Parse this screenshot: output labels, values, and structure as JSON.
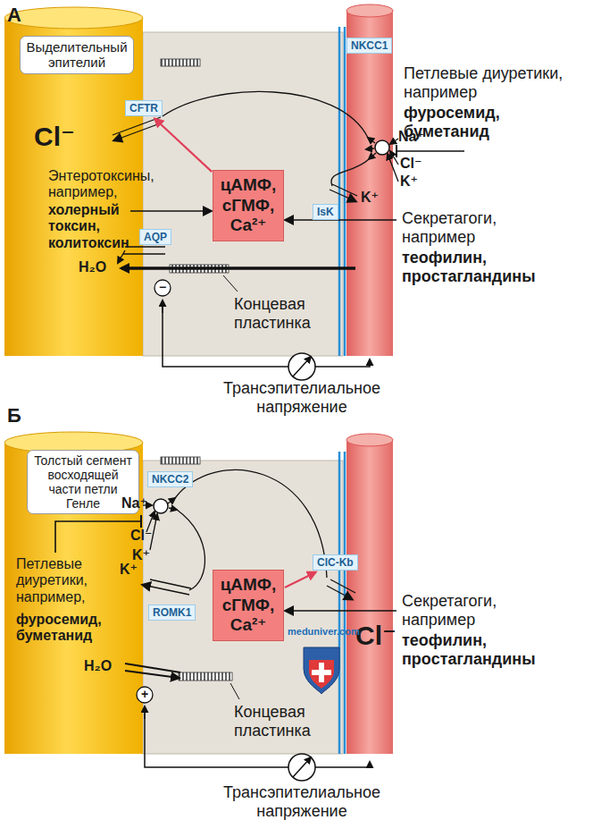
{
  "diagram": {
    "nodes": [
      {
        "text": [
          "Выделительный эпителий"
        ]
      },
      {
        "text": [
          "NKCC1"
        ]
      },
      {
        "text": [
          "CFTR"
        ]
      },
      {
        "text": [
          "цАМФ, сГМФ, Ca²⁺"
        ]
      },
      {
        "text": [
          "IsK"
        ]
      },
      {
        "text": [
          "AQP"
        ]
      },
      {
        "text": [
          "Толстый сегмент восходящей части петли Генле"
        ]
      },
      {
        "text": [
          "NKCC2"
        ]
      },
      {
        "text": [
          "ClC-Kb"
        ]
      },
      {
        "text": [
          "цАМФ, сГМФ, Ca²⁺"
        ]
      },
      {
        "text": [
          "ROMK1"
        ]
      }
    ],
    "edges": [
      {
        "from": 3,
        "to": 2,
        "arrow": "to"
      },
      {
        "from": 9,
        "to": 8,
        "arrow": "to"
      }
    ],
    "labels": [
      "А",
      "Cl⁻",
      "Na⁺",
      "Cl⁻",
      "K⁺",
      "K⁺",
      "Петлевые диуретики, например",
      "фуросемид, буметанид",
      "Энтеротоксины, например,",
      "холерный токсин, колитоксин",
      "H₂O",
      "−",
      "Секретагоги, например",
      "теофилин, простагландины",
      "Концевая пластинка",
      "Трансэпителиальное напряжение",
      "Б",
      "Na⁺",
      "Cl⁻",
      "K⁺",
      "K⁺",
      "Петлевые диуретики, например,",
      "фуросемид, буметанид",
      "H₂O",
      "Cl⁻",
      "Секретагоги, например",
      "теофилин, простагландины",
      "meduniver.com",
      "+",
      "Концевая пластинка",
      "Трансэпителиальное напряжение"
    ]
  }
}
